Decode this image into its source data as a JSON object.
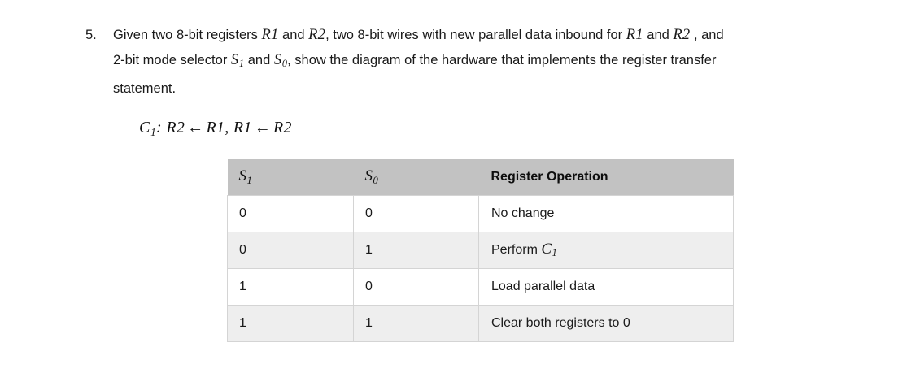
{
  "question": {
    "number": "5.",
    "line1_parts": {
      "t1": "Given two 8-bit registers ",
      "v1": "R",
      "v1n": "1",
      "t2": " and ",
      "v2": "R",
      "v2n": "2",
      "t3": ", two 8-bit wires with new parallel data inbound for ",
      "v3": "R",
      "v3n": "1",
      "t4": " and ",
      "v4": "R",
      "v4n": "2",
      "t5": " , and"
    },
    "line2_parts": {
      "t1": "2-bit mode selector ",
      "v1": "S",
      "v1sub": "1",
      "t2": " and ",
      "v2": "S",
      "v2sub": "0",
      "t3": ", show the diagram of the hardware that implements the register transfer"
    },
    "line3": "statement.",
    "full_text": "Given two 8-bit registers R1 and R2, two 8-bit wires with new parallel data inbound for R1 and R2 , and 2-bit mode selector S1 and S0, show the diagram of the hardware that implements the register transfer statement."
  },
  "formula": {
    "label": "C",
    "label_sub": "1",
    "colon": ": ",
    "lhs1": "R2",
    "arrow1": "←",
    "rhs1": "R1",
    "comma": ", ",
    "lhs2": "R1",
    "arrow2": "←",
    "rhs2": "R2",
    "plain": "C1: R2 ← R1, R1 ← R2"
  },
  "table": {
    "headers": [
      {
        "sym": "S",
        "sub": "1",
        "kind": "math"
      },
      {
        "sym": "S",
        "sub": "0",
        "kind": "math"
      },
      {
        "text": "Register Operation",
        "kind": "text"
      }
    ],
    "rows": [
      {
        "s1": "0",
        "s0": "0",
        "op": "No change",
        "op_sym": "",
        "op_sub": "",
        "alt": false
      },
      {
        "s1": "0",
        "s0": "1",
        "op": "Perform ",
        "op_sym": "C",
        "op_sub": "1",
        "alt": true
      },
      {
        "s1": "1",
        "s0": "0",
        "op": "Load parallel data",
        "op_sym": "",
        "op_sub": "",
        "alt": false
      },
      {
        "s1": "1",
        "s0": "1",
        "op": "Clear both registers to 0",
        "op_sym": "",
        "op_sub": "",
        "alt": true
      }
    ]
  },
  "colors": {
    "header_bg": "#c2c2c2",
    "row_alt_bg": "#eeeeee",
    "border": "#d4d4d4",
    "text": "#1a1a1a",
    "page_bg": "#ffffff"
  }
}
